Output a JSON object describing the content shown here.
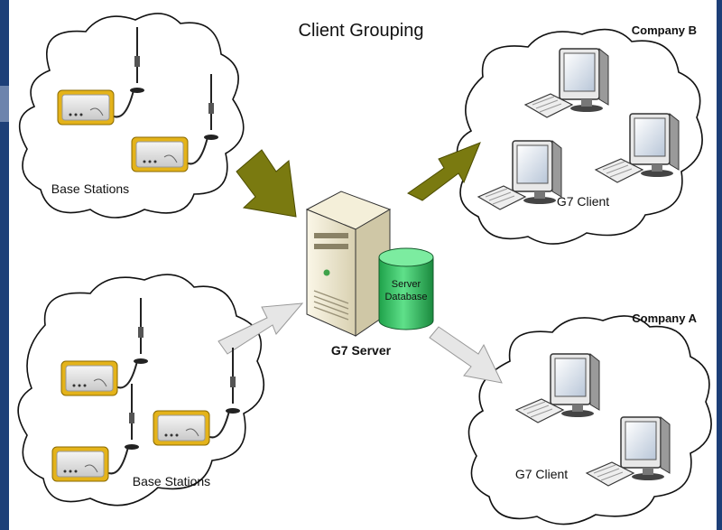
{
  "title": "Client Grouping",
  "server": {
    "label": "G7 Server",
    "database_label_line1": "Server",
    "database_label_line2": "Database"
  },
  "groups": {
    "top_left": {
      "label": "Base Stations"
    },
    "bottom_left": {
      "label": "Base Stations"
    },
    "top_right": {
      "company": "Company B",
      "label": "G7 Client"
    },
    "bottom_right": {
      "company": "Company A",
      "label": "G7 Client"
    }
  },
  "colors": {
    "frame": "#1d3f78",
    "arrow_highlight": "#7a7a10",
    "arrow_muted": "#e6e6e6",
    "database": "#33cc66",
    "device_trim": "#e4b31a"
  },
  "icons": {
    "server": "tower-server-icon",
    "database": "database-cylinder-icon",
    "base_station": "radio-base-station-icon",
    "client": "desktop-computer-icon"
  }
}
